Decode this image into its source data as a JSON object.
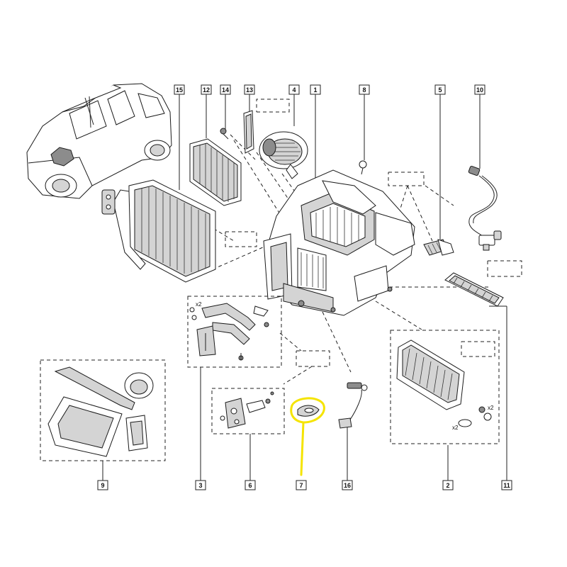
{
  "diagram": {
    "callouts": [
      {
        "key": "c1",
        "label": "1"
      },
      {
        "key": "c2",
        "label": "2"
      },
      {
        "key": "c3",
        "label": "3"
      },
      {
        "key": "c4",
        "label": "4"
      },
      {
        "key": "c5",
        "label": "5"
      },
      {
        "key": "c6",
        "label": "6"
      },
      {
        "key": "c7",
        "label": "7"
      },
      {
        "key": "c8",
        "label": "8"
      },
      {
        "key": "c9",
        "label": "9"
      },
      {
        "key": "c10",
        "label": "10"
      },
      {
        "key": "c11",
        "label": "11"
      },
      {
        "key": "c12",
        "label": "12"
      },
      {
        "key": "c13",
        "label": "13"
      },
      {
        "key": "c14",
        "label": "14"
      },
      {
        "key": "c15",
        "label": "15"
      },
      {
        "key": "c16",
        "label": "16"
      }
    ],
    "quantity_labels": {
      "hoses_x2": "x2",
      "screws_x2": "x2",
      "seal_x2": "x2"
    },
    "highlight_color": "#f5e400",
    "line_color": "#222222"
  }
}
